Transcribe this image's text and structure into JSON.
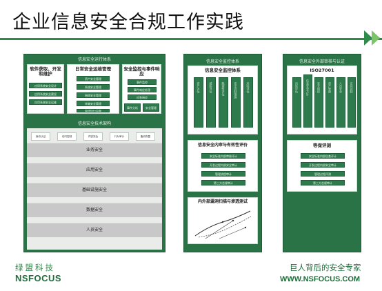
{
  "title": "企业信息安全合规工作实践",
  "colors": {
    "primary_green": "#2a7347",
    "accent_green": "#2e8b4a",
    "light_green": "#7cc36a",
    "layer_gray": "#c8c8c8"
  },
  "icons": [
    "chevron-right-icon",
    "chevron-right-light-icon"
  ],
  "left_panel": {
    "title": "信息安全运行体系",
    "sections": [
      {
        "title": "软件获取、开发和维护",
        "items": [
          "应用系统安全设计",
          "应用系统安全建设",
          "应用系统安全运维"
        ]
      },
      {
        "title": "日常安全运维管理",
        "items": [
          "资产安全管理",
          "系统安全管理",
          "网络安全管理",
          "终端安全管理",
          "管理执行监督"
        ]
      },
      {
        "title": "安全监控与事件响应",
        "items": [
          "事件监控",
          "事件响应处理",
          "应急响应",
          "事件分析",
          "安全管理"
        ]
      }
    ],
    "tech": {
      "title": "信息安全技术架构",
      "tabs": [
        "身份认证",
        "访问控制",
        "内容安全",
        "行为审计",
        "备份恢复"
      ],
      "layers": [
        "业务安全",
        "应用安全",
        "基础设施安全",
        "数据安全",
        "人员安全"
      ]
    }
  },
  "middle_panel": {
    "title": "信息安全监控体系",
    "box1": {
      "title": "信息安全监控体系",
      "columns": [
        "资产评估",
        "威胁评估",
        "脆弱性评估",
        "安全控制措施",
        "风险评估"
      ]
    },
    "box2": {
      "title": "信息安全内审与有效性评价",
      "items": [
        "安全标准内部审核评计",
        "开发过程内部安全审计",
        "管理流程审计",
        "第三方合规审计"
      ]
    },
    "box3": {
      "title": "内外部漏洞扫描与渗透测试"
    }
  },
  "right_panel": {
    "title": "信息安全外部审核与认证",
    "box1": {
      "title": "ISO27001",
      "columns": [
        "风险评估",
        "信息安全方针",
        "安全组织",
        "资产管理",
        "人员安全",
        "访问控制"
      ]
    },
    "box2": {
      "title": "等保评测",
      "items": [
        "安全标准内部自查评计",
        "开发过程内部安全审计",
        "管理过程评测",
        "第三方合规审计"
      ]
    }
  },
  "footer": {
    "brand_cn": "绿盟科技",
    "brand_logo": "NSFOCUS",
    "slogan": "巨人背后的安全专家",
    "url": "WWW.NSFOCUS.COM"
  }
}
